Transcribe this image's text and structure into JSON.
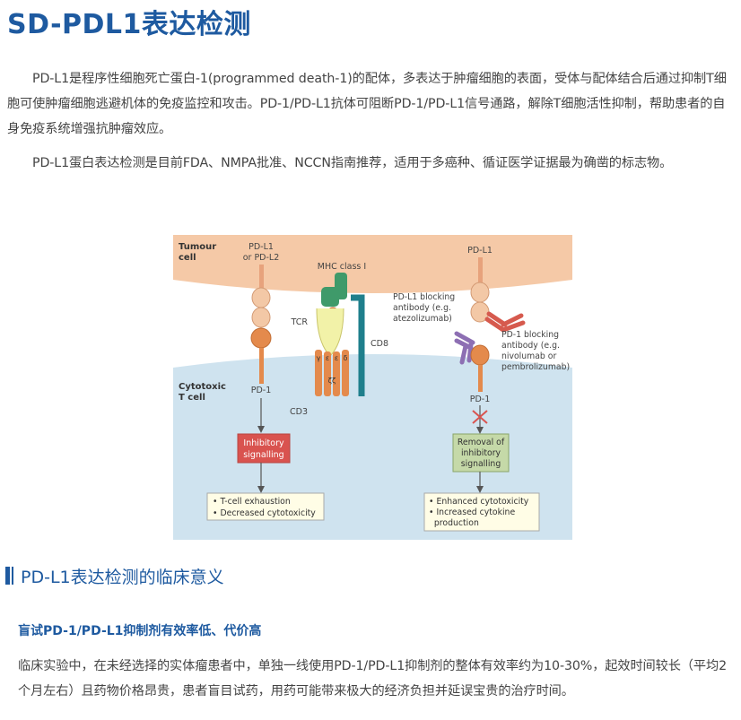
{
  "page": {
    "title": "SD-PDL1表达检测",
    "intro_paragraph_1": "PD-L1是程序性细胞死亡蛋白-1(programmed death-1)的配体，多表达于肿瘤细胞的表面，受体与配体结合后通过抑制T细胞可使肿瘤细胞逃避机体的免疫监控和攻击。PD-1/PD-L1抗体可阻断PD-1/PD-L1信号通路，解除T细胞活性抑制，帮助患者的自身免疫系统增强抗肿瘤效应。",
    "intro_paragraph_2": "PD-L1蛋白表达检测是目前FDA、NMPA批准、NCCN指南推荐，适用于多癌种、循证医学证据最为确凿的标志物。"
  },
  "figure": {
    "tumour_cell_label": [
      "Tumour",
      "cell"
    ],
    "t_cell_label": [
      "Cytotoxic",
      "T cell"
    ],
    "left_ligand_label": [
      "PD-L1",
      "or PD-L2"
    ],
    "left_receptor_label": "PD-1",
    "mhc_label": "MHC class I",
    "tcr_label": "TCR",
    "cd8_label": "CD8",
    "cd3_label": "CD3",
    "greek_labels": [
      "γ",
      "ε",
      "ε",
      "δ",
      "ζζ"
    ],
    "inhibitory_box": [
      "Inhibitory",
      "signalling"
    ],
    "left_outcomes": [
      "• T-cell exhaustion",
      "• Decreased cytotoxicity"
    ],
    "right_ligand_label": "PD-L1",
    "pdl1_antibody_label": [
      "PD-L1 blocking",
      "antibody (e.g.",
      "atezolizumab)"
    ],
    "pd1_antibody_label": [
      "PD-1 blocking",
      "antibody (e.g.",
      "nivolumab or",
      "pembrolizumab)"
    ],
    "right_receptor_label": "PD-1",
    "removal_box": [
      "Removal of",
      "inhibitory",
      "signalling"
    ],
    "right_outcomes": [
      "• Enhanced cytotoxicity",
      "• Increased cytokine",
      "  production"
    ],
    "colors": {
      "tumour": "#f5c9a7",
      "tcell": "#cfe3ef",
      "inhibitory_box": "#d9534f",
      "removal_box": "#c5d9a8",
      "pd1_orange": "#e48a4c",
      "mhc_green": "#3f9a6a",
      "cd8_teal": "#1f7f8c",
      "antibody_red": "#d65a4e",
      "antibody_purple": "#8d6fb3"
    }
  },
  "section": {
    "heading": "PD-L1表达检测的临床意义",
    "subheading": "盲试PD-1/PD-L1抑制剂有效率低、代价高",
    "paragraph": "临床实验中，在未经选择的实体瘤患者中，单独一线使用PD-1/PD-L1抑制剂的整体有效率约为10-30%，起效时间较长（平均2个月左右）且药物价格昂贵，患者盲目试药，用药可能带来极大的经济负担并延误宝贵的治疗时间。"
  }
}
